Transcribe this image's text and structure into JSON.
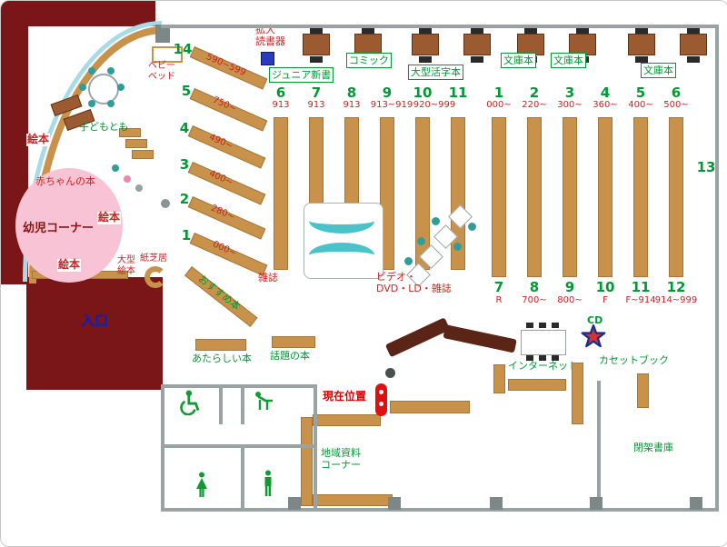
{
  "colors": {
    "maroon_wall": "#7a1518",
    "shelf_tan": "#c8924b",
    "wall_gray": "#9aa3a3",
    "kids_pink": "#f7c3d5",
    "magazine_cyan": "#49c3c9",
    "label_green": "#009933",
    "label_red": "#cc2222",
    "entrance_blue": "#0022cc"
  },
  "icons": {
    "reader_device": "blue-square-icon",
    "cd_listening": "star-icon",
    "current_location": "red-pin-icon",
    "wheelchair": "wheelchair-icon",
    "baby_care": "baby-care-icon",
    "mens": "man-icon",
    "womens": "woman-icon"
  },
  "reader": {
    "label": "拡大\n読書器"
  },
  "sections": [
    "ジュニア新書",
    "コミック",
    "大型活字本",
    "文庫本",
    "文庫本",
    "文庫本"
  ],
  "kids": {
    "baby_bed": "ベビー\nベッド",
    "kodomo": "子どもとも",
    "ehon": [
      "絵本",
      "絵本",
      "絵本"
    ],
    "akachan": "赤ちゃんの本",
    "yoji_corner": "幼児コーナー",
    "ogata_ehon": "大型\n絵本",
    "kamishibai": "紙芝居"
  },
  "diagonal": [
    {
      "num": "14",
      "range": "590~599"
    },
    {
      "num": "5",
      "range": "750~"
    },
    {
      "num": "4",
      "range": "490~"
    },
    {
      "num": "3",
      "range": "400~"
    },
    {
      "num": "2",
      "range": "280~"
    },
    {
      "num": "1",
      "range": "000~"
    }
  ],
  "groups": {
    "left": {
      "numbers": [
        "6",
        "7",
        "8",
        "9",
        "10",
        "11"
      ],
      "ranges": [
        "913",
        "913",
        "913",
        "913~919",
        "920~999"
      ]
    },
    "right": {
      "numbers": [
        "1",
        "2",
        "3",
        "4",
        "5",
        "6"
      ],
      "ranges": [
        "000~",
        "220~",
        "300~",
        "360~",
        "400~",
        "500~"
      ]
    },
    "bottom": {
      "numbers": [
        "7",
        "8",
        "9",
        "10",
        "11",
        "12"
      ],
      "ranges": [
        "R",
        "700~",
        "800~",
        "F",
        "F~914",
        "914~999"
      ]
    },
    "wall_number": "13"
  },
  "center": {
    "zasshi": "雑誌",
    "osusume": "おすすめ本",
    "video": "ビデオ・\nDVD・LD・雑誌"
  },
  "fac": {
    "iriguchi": "入口",
    "atarashii": "あたらしい本",
    "wadai": "話題の本",
    "genzai": "現在位置",
    "internet": "インターネット",
    "cd": "CD",
    "cassette": "カセットブック",
    "chiiki": "地域資料\nコーナー",
    "heika": "閉架書庫"
  }
}
